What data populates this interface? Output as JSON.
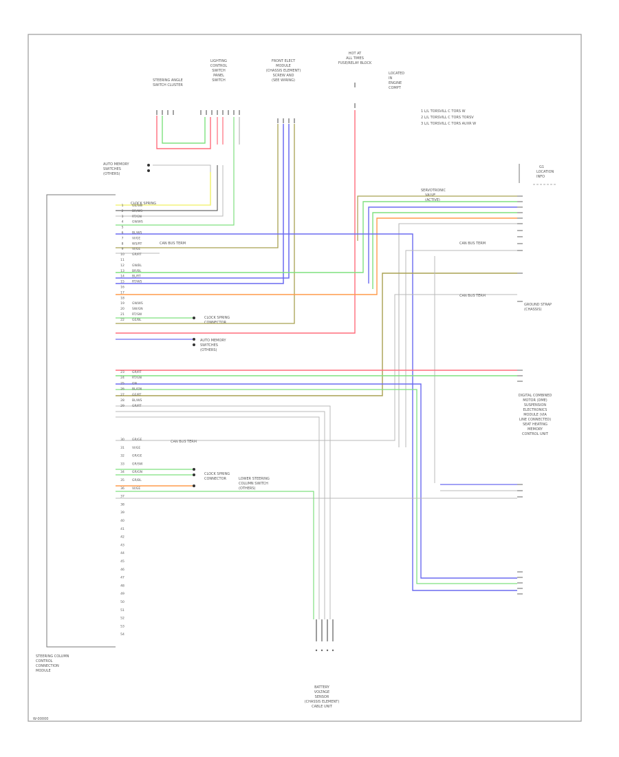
{
  "diagram": {
    "footer_code": "W-00000",
    "note_lines": [
      "1  L/L TORSVILL C TORS W",
      "2  L/L TORSVILL C TORS TORSV",
      "3  L/L TORSVILL C TORS AUXR W"
    ],
    "top_labels": {
      "steering": [
        "STEERING ANGLE",
        "SWITCH CLUSTER"
      ],
      "lighting": [
        "LIGHTING",
        "CONTROL",
        "SWITCH",
        "PANEL",
        "SWITCH"
      ],
      "fuse": [
        "FRONT ELECT",
        "MODULE",
        "(CHASSIS ELEMENT)",
        "SCREW AND",
        "(SEE WIRING)"
      ],
      "power": [
        "HOT AT",
        "ALL TIMES",
        "FUSE/RELAY BLOCK"
      ],
      "location": [
        "LOCATED",
        "IN",
        "ENGINE",
        "COMPT"
      ],
      "ground": [
        "G1",
        "LOCATION",
        "INFO"
      ]
    },
    "left_labels": {
      "top_ref": [
        "AUTO MEMORY",
        "SWITCHES",
        "(OTHERS)"
      ],
      "module": [
        "STEERING COLUMN",
        "CONTROL",
        "CONNECTION",
        "MODULE"
      ]
    },
    "right_labels": {
      "sensor": [
        "SERVOTRONIC",
        "VALVE",
        "(ACTIVE)"
      ],
      "ground2": [
        "GROUND STRAP",
        "(CHASSIS)"
      ],
      "multi": [
        "DIGITAL COMBINED",
        "MOTOR (DME)",
        "SUSPENSION",
        "ELECTRONICS",
        "MODULE (VIA",
        "LINE CONNECTED)",
        "SEAT HEATING",
        "MEMORY",
        "CONTROL UNIT"
      ]
    },
    "bottom_label": [
      "BATTERY",
      "VOLTAGE",
      "SENSOR",
      "(CHASSIS ELEMENT)",
      "CABLE UNIT"
    ],
    "pins": [
      "1",
      "2",
      "3",
      "4",
      "5",
      "6",
      "7",
      "8",
      "9",
      "10",
      "11",
      "12",
      "13",
      "14",
      "15",
      "16",
      "17",
      "18",
      "19",
      "20",
      "21",
      "22",
      "23",
      "24",
      "25",
      "26",
      "27",
      "28",
      "29",
      "30",
      "31",
      "32",
      "33",
      "34",
      "35",
      "36",
      "37",
      "38",
      "39",
      "40",
      "41",
      "42",
      "43",
      "44",
      "45",
      "46",
      "47",
      "48",
      "49",
      "50",
      "51",
      "52",
      "53",
      "54"
    ],
    "wire_codes": [
      "GE/SW",
      "BR/WS",
      "RT/GN",
      "GN/WS",
      "BL/WS",
      "VI/GE",
      "WS/RT",
      "VI/GE",
      "GR/RT",
      "GN/BL",
      "BR/BL",
      "BL/RT",
      "RT/WS",
      "GN/WS",
      "SW/GN",
      "RT/SW",
      "GE/BL",
      "GR/RT",
      "RT/GN",
      "GN",
      "BL/GN",
      "GE/RT",
      "BL/WS",
      "GR/RT",
      "GR/GE",
      "VI/GE",
      "GR/GE",
      "GR/SW",
      "GR/GN",
      "GR/BL",
      "VI/GE"
    ],
    "callouts": {
      "c1": "CAN BUS TERM",
      "c2": "CAN BUS TERM",
      "c3": "CAN BUS TERM",
      "c4": "CAN BUS TERM",
      "lh": "CLOCK SPRING",
      "mem": [
        "AUTO MEMORY",
        "SWITCHES",
        "(OTHERS)"
      ],
      "can": [
        "CLOCK SPRING",
        "CONNECTOR"
      ],
      "sig": [
        "CLOCK SPRING",
        "CONNECTOR"
      ],
      "low": [
        "LOWER STEERING",
        "COLUMN SWITCH",
        "(OTHERS)"
      ]
    }
  },
  "colors": {
    "red": "#ff6b7a",
    "green": "#7ee07e",
    "blue": "#6a6af0",
    "yellow": "#f2f27a",
    "orange": "#ff9a4a",
    "olive": "#a8a050",
    "gray": "#b8b8b8",
    "dark": "#444444"
  }
}
